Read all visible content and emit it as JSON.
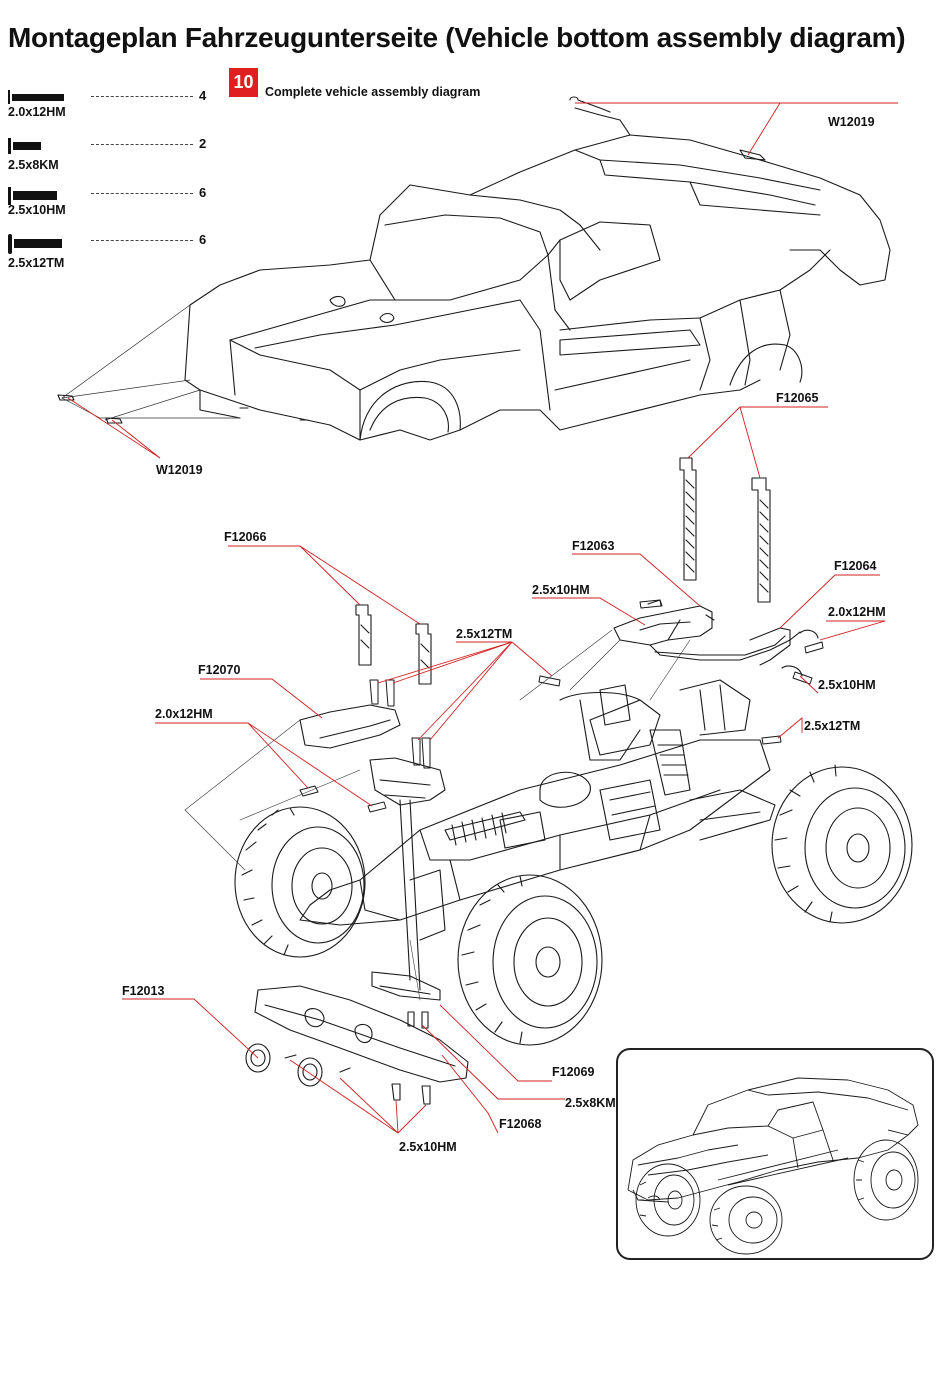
{
  "title": "Montageplan Fahrzeugunterseite  (Vehicle bottom assembly diagram)",
  "step": {
    "number": "10",
    "text": "Complete vehicle assembly diagram"
  },
  "parts": [
    {
      "size": "2.0x12HM",
      "qty": "4"
    },
    {
      "size": "2.5x8KM",
      "qty": "2"
    },
    {
      "size": "2.5x10HM",
      "qty": "6"
    },
    {
      "size": "2.5x12TM",
      "qty": "6"
    }
  ],
  "callouts": {
    "w12019_top": "W12019",
    "w12019_bottom": "W12019",
    "f12065": "F12065",
    "f12066": "F12066",
    "f12063": "F12063",
    "f12064": "F12064",
    "s25x10hm_a": "2.5x10HM",
    "s20x12hm_a": "2.0x12HM",
    "s25x12tm_a": "2.5x12TM",
    "s25x10hm_b": "2.5x10HM",
    "f12070": "F12070",
    "s20x12hm_b": "2.0x12HM",
    "s25x12tm_b": "2.5x12TM",
    "f12013": "F12013",
    "f12069": "F12069",
    "s25x8km": "2.5x8KM",
    "f12068": "F12068",
    "s25x10hm_c": "2.5x10HM"
  },
  "colors": {
    "accent": "#e02020",
    "leader": "#d02020",
    "line": "#1a1a1a"
  }
}
